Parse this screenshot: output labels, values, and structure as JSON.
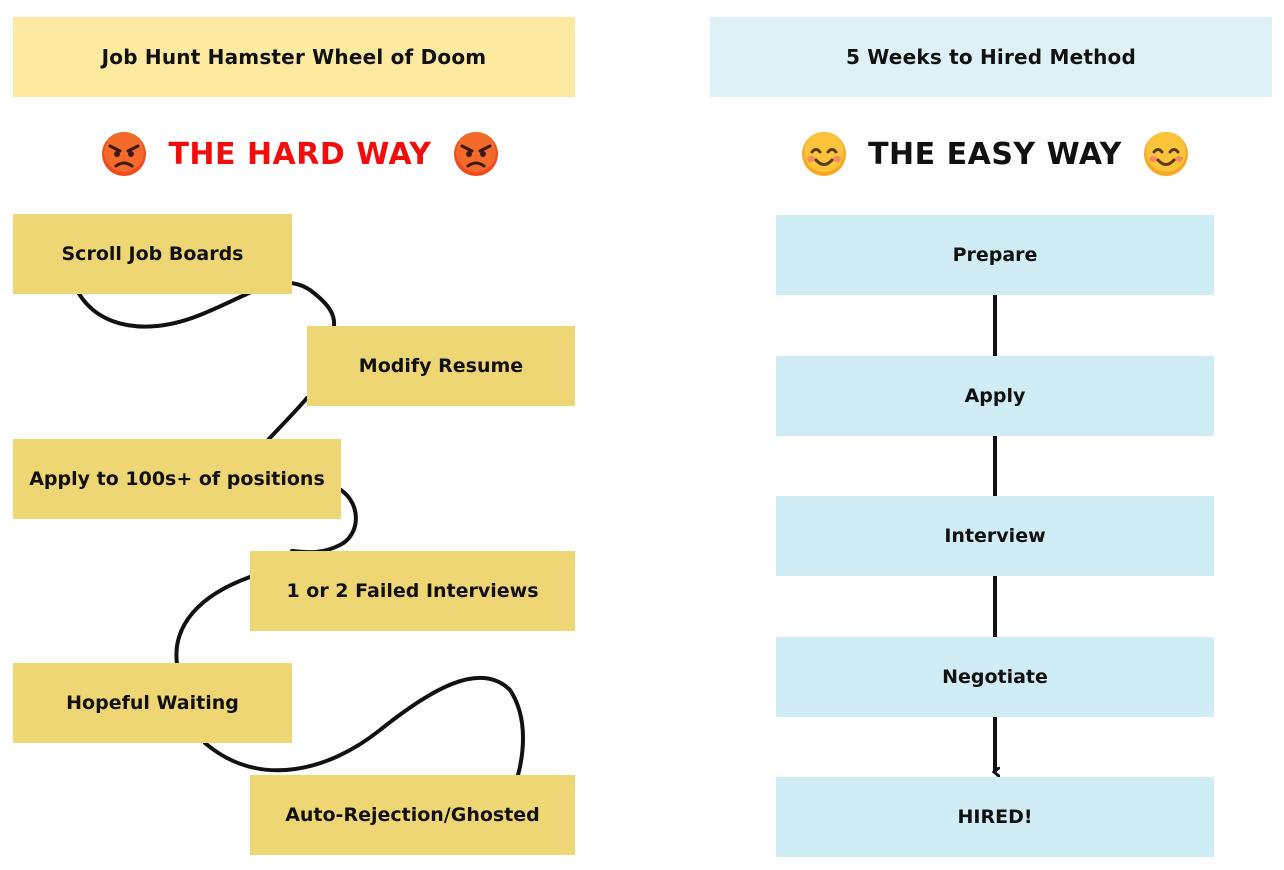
{
  "left": {
    "banner": "Job Hunt Hamster Wheel of Doom",
    "heading": "THE HARD WAY",
    "heading_icon": "angry-face-emoji",
    "steps": [
      "Scroll Job Boards",
      "Modify Resume",
      "Apply to 100s+ of positions",
      "1 or 2 Failed Interviews",
      "Hopeful Waiting",
      "Auto-Rejection/Ghosted"
    ]
  },
  "right": {
    "banner": "5 Weeks to Hired Method",
    "heading": "THE EASY WAY",
    "heading_icon": "smiling-face-emoji",
    "steps": [
      "Prepare",
      "Apply",
      "Interview",
      "Negotiate",
      "HIRED!"
    ]
  },
  "colors": {
    "left_banner": "#fdeaa1",
    "left_box": "#eed675",
    "right_banner": "#ddf1f7",
    "right_box": "#d0ecf4",
    "hard_heading": "#f20d0d"
  }
}
